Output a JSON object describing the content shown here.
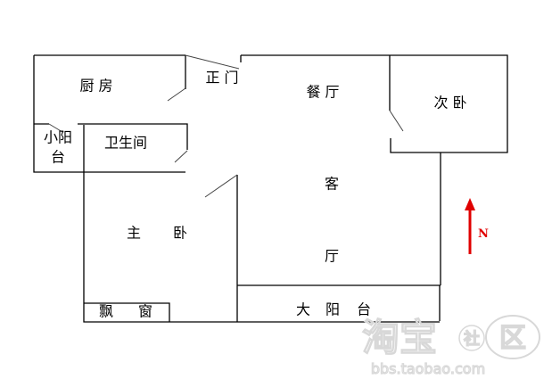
{
  "rooms": {
    "kitchen": "厨 房",
    "entrance": "正 门",
    "dining": "餐 厅",
    "second_bedroom": "次 卧",
    "small_balcony_1": "小阳",
    "small_balcony_2": "台",
    "bathroom": "卫生间",
    "living_1": "客",
    "living_2": "厅",
    "master_bedroom_1": "主",
    "master_bedroom_2": "卧",
    "bay_window_1": "飘",
    "bay_window_2": "窗",
    "big_balcony_1": "大",
    "big_balcony_2": "阳",
    "big_balcony_3": "台"
  },
  "compass": {
    "label": "N",
    "color": "#e00000"
  },
  "watermark": {
    "brand": "淘宝",
    "badge1": "社",
    "badge2": "区",
    "url": "bbs.taobao.com"
  }
}
